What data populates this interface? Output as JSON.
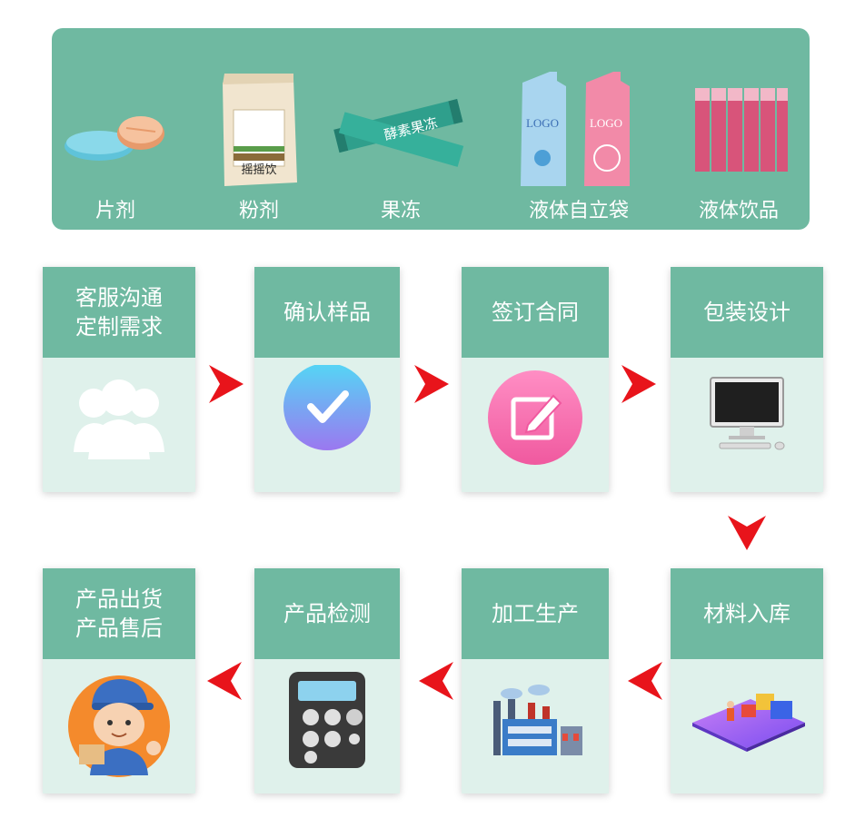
{
  "banner": {
    "products": [
      {
        "label": "片剂",
        "icon": "tablet-icon"
      },
      {
        "label": "粉剂",
        "icon": "powder-pouch-icon",
        "art_text": "摇摇饮"
      },
      {
        "label": "果冻",
        "icon": "jelly-stick-icon",
        "art_text": "酵素果冻"
      },
      {
        "label": "液体自立袋",
        "icon": "liquid-pouch-icon",
        "art_text": "LOGO"
      },
      {
        "label": "液体饮品",
        "icon": "drink-vials-icon"
      }
    ]
  },
  "steps": [
    {
      "title": "客服沟通\n定制需求",
      "icon": "users-icon"
    },
    {
      "title": "确认样品",
      "icon": "check-circle-icon"
    },
    {
      "title": "签订合同",
      "icon": "edit-circle-icon"
    },
    {
      "title": "包装设计",
      "icon": "computer-icon"
    },
    {
      "title": "材料入库",
      "icon": "warehouse-icon"
    },
    {
      "title": "加工生产",
      "icon": "factory-icon"
    },
    {
      "title": "产品检测",
      "icon": "calculator-icon"
    },
    {
      "title": "产品出货\n产品售后",
      "icon": "delivery-man-icon"
    }
  ],
  "colors": {
    "accent": "#6fb9a1",
    "card_bg": "#dff1eb",
    "arrow": "#e8141b"
  }
}
